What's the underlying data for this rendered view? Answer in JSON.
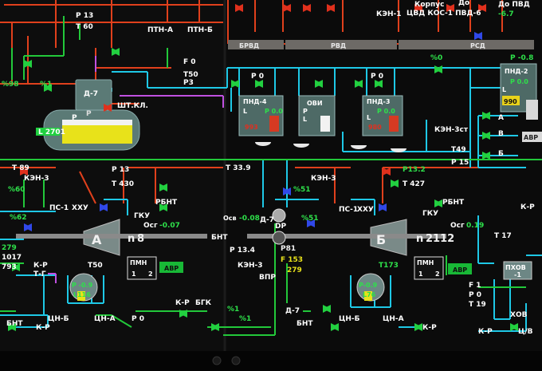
{
  "top": {
    "kan1": "КЭН-1",
    "korpus": "Корпус",
    "cvd": "ЦВД КОС-1 ПВД-6",
    "do": "До",
    "do_pvd": "До ПВД",
    "val_m67": "-6.7",
    "ptn_a": "ПТН-А",
    "ptn_b": "ПТН-Б",
    "p13": "P 13",
    "t60": "T 60",
    "header_brvd": "БРВД",
    "header_rvd": "РВД",
    "header_rsd": "РСД"
  },
  "deaerator": {
    "name": "Д-7",
    "p": "P",
    "level": "L 2701",
    "pct98": "%98",
    "pct1": "%1",
    "sht_kl": "ШТ.КЛ.",
    "f0": "F 0",
    "t50": "T50",
    "p3": "P3"
  },
  "pnd4": {
    "name": "ПНД-4",
    "p": "P 0.0",
    "l": "L",
    "lv": "993",
    "p0": "P 0"
  },
  "ovi": {
    "name": "ОВИ",
    "p": "P",
    "l": "L"
  },
  "pnd3": {
    "name": "ПНД-3",
    "p": "P 0.0",
    "l": "L",
    "lv": "980",
    "p0": "P 0"
  },
  "right": {
    "pct0": "%0",
    "p_m08": "P -0.8",
    "pnd2": "ПНД-2",
    "p00": "P 0.0",
    "l990": "990",
    "l_letter": "L",
    "ken3st": "КЭН-3ст",
    "a": "А",
    "v": "В",
    "b": "Б",
    "t49": "T49",
    "p15": "P 15",
    "avr": "АВР"
  },
  "pumpA": {
    "t89": "T 89",
    "ken3": "КЭН-3",
    "p13": "P 13",
    "t430": "T 430",
    "pct60": "%60",
    "pct62": "%62",
    "ps1": "ПС-1",
    "xhu": "ХХУ",
    "rbnt": "РБНТ",
    "ocr": "Осг",
    "ocr_v": "-0.07",
    "gku": "ГКУ",
    "v279": "279",
    "v1017": "1017",
    "v793": "793",
    "letter": "А",
    "n_label": "n",
    "n_value": "8",
    "t50": "T50",
    "pmn": "ПМН",
    "one": "1",
    "two": "2",
    "avr": "АВР",
    "kr": "К-Р",
    "tg": "Т-Г",
    "p_m09": "P -0.9",
    "l116": "L116",
    "tsn_b": "ЦН-Б",
    "tsn_a": "ЦН-А",
    "bnt": "БНТ",
    "kr2": "К-Р",
    "p0": "P 0",
    "pct1": "%1"
  },
  "middle": {
    "t339": "T 33.9",
    "osv": "Осв",
    "v008": "-0.08",
    "d7": "Д-7",
    "dp": "DP",
    "bnt": "БНТ",
    "p134": "P 13.4",
    "ken3": "КЭН-3",
    "vpr": "ВПР",
    "p81": "P81",
    "f153": "F 153",
    "v279": "279",
    "kr": "К-Р",
    "bgk": "БГК",
    "pct1": "%1",
    "d7b": "Д-7",
    "bnt2": "БНТ"
  },
  "pumpB": {
    "ken3": "КЭН-3",
    "p132": "P13.2",
    "t427": "T 427",
    "pct51": "%51",
    "pct51b": "%51",
    "ps1": "ПС-1",
    "xhu": "ХХУ",
    "gku": "ГКУ",
    "rbnt": "РБНТ",
    "ocr": "Осг",
    "ocr_v": "0.19",
    "letter": "Б",
    "n_label": "n",
    "n_value": "2112",
    "t173": "T173",
    "pmn": "ПМН",
    "one": "1",
    "two": "2",
    "avr": "АВР",
    "p_m09": "P-0.9",
    "l76": "L76",
    "tsn_b": "ЦН-Б",
    "tsn_a": "ЦН-А",
    "kr": "К-Р"
  },
  "far_right": {
    "kr": "К-Р",
    "t17": "T 17",
    "phov": "ПХОВ",
    "phov2": "-1",
    "f1": "F 1",
    "p0": "P 0",
    "t19": "T 19",
    "hov": "ХОВ",
    "kr2": "К-Р",
    "cv": "Ц/В"
  }
}
